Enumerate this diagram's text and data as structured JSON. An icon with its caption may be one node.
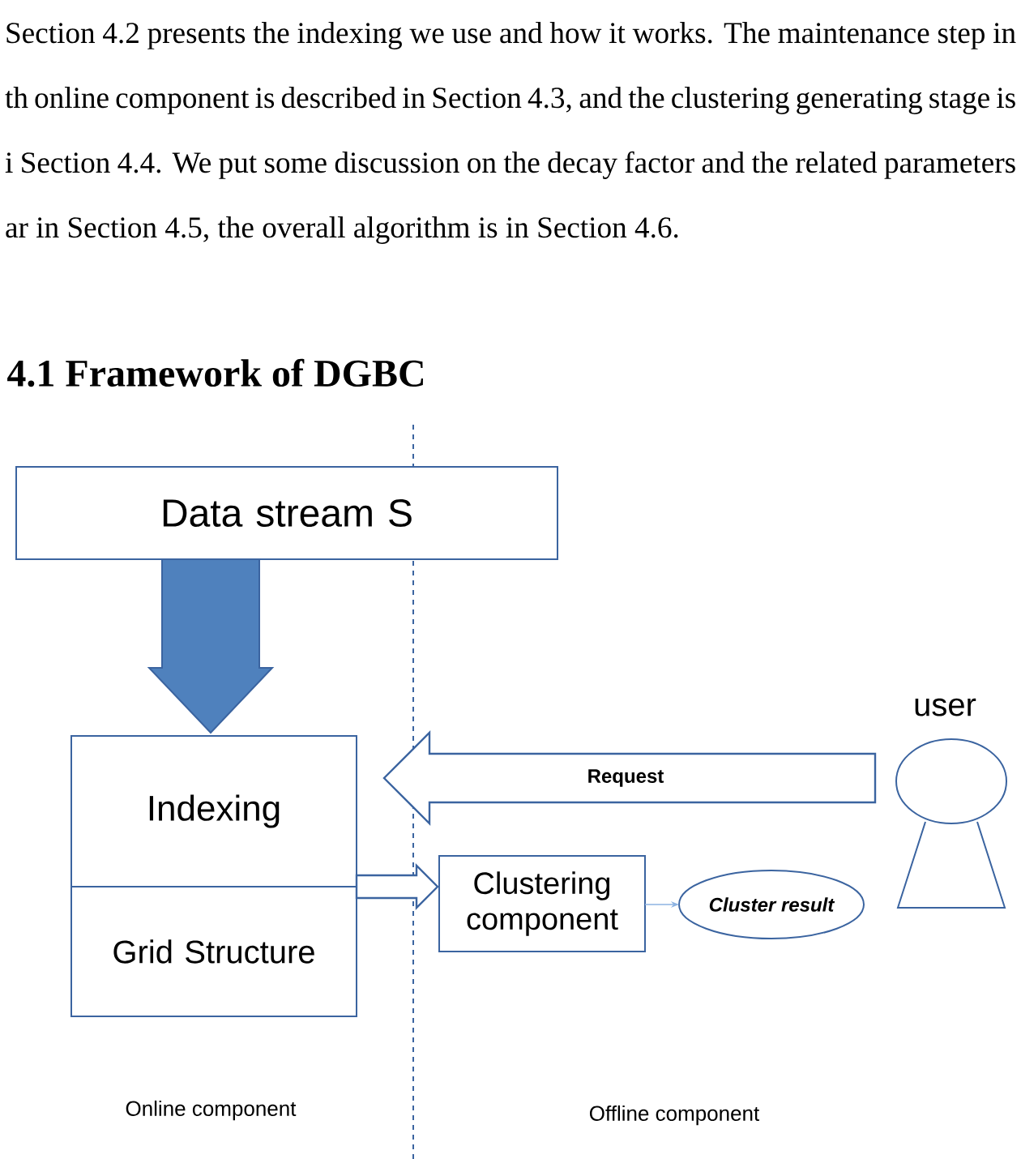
{
  "diagram": {
    "nodes": [
      {
        "text": [
          "Data stream S"
        ]
      },
      {
        "text": [
          "Indexing"
        ]
      },
      {
        "text": [
          "Grid Structure"
        ]
      },
      {
        "text": [
          "Clustering component"
        ]
      },
      {
        "text": [
          "Cluster result"
        ]
      },
      {
        "text": [],
        "shape": "person",
        "beside": [
          "user"
        ]
      }
    ],
    "edges": [
      {
        "from": 0,
        "to": 1,
        "arrow": "to",
        "style": "thick",
        "color": "#4f81bd"
      },
      {
        "from": 5,
        "to": 1,
        "arrow": "to",
        "style": "thick",
        "label": "Request"
      },
      {
        "from": 1,
        "to": 3,
        "arrow": "to",
        "style": "thick"
      },
      {
        "from": 3,
        "to": 4,
        "arrow": "to",
        "color": "#8db3e2"
      }
    ],
    "labels": [
      "Section 4.2 presents the indexing we use and how it works. The maintenance step in th online component is described in Section 4.3, and the clustering generating stage is i Section 4.4. We put some discussion on the decay factor and the related parameters ar in Section 4.5, the overall algorithm is in Section 4.6.",
      "4.1 Framework of DGBC",
      "Online component",
      "Offline component"
    ]
  }
}
